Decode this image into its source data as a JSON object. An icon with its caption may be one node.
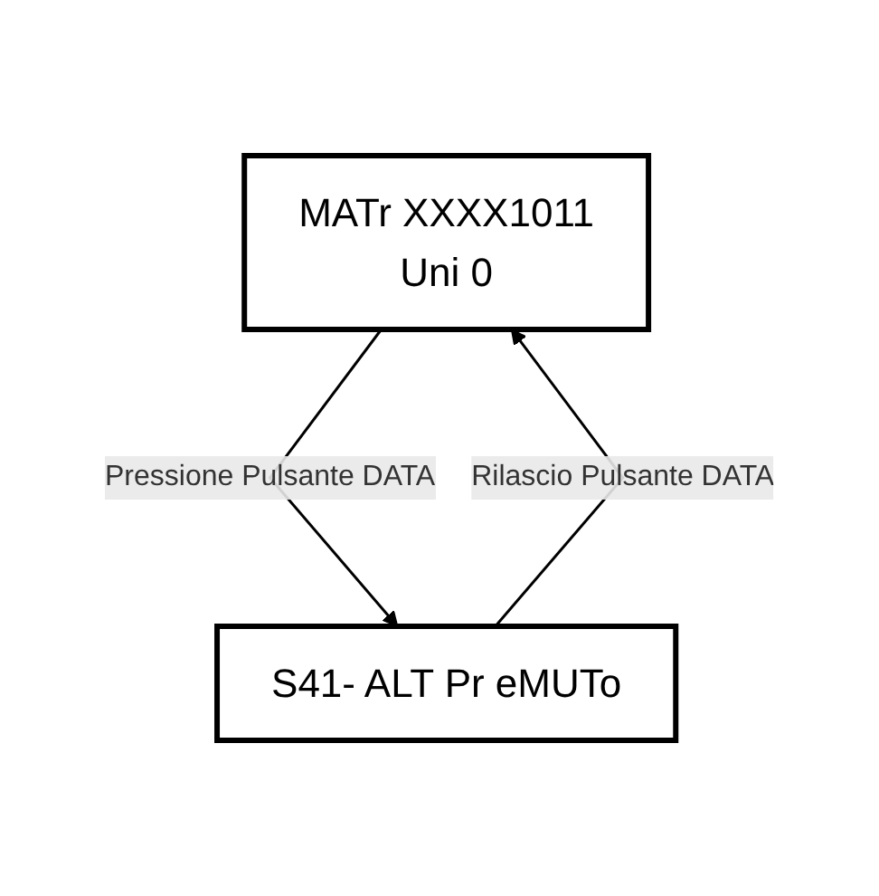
{
  "diagram": {
    "nodes": [
      {
        "text": [
          "MATr XXXX1011",
          "Uni 0"
        ]
      },
      {
        "text": [
          "S41- ALT Pr eMUTo"
        ]
      }
    ],
    "edges": [
      {
        "from": 0,
        "to": 1,
        "arrow": "to",
        "label": "Pressione Pulsante DATA"
      },
      {
        "from": 1,
        "to": 0,
        "arrow": "to",
        "label": "Rilascio Pulsante DATA"
      }
    ]
  }
}
